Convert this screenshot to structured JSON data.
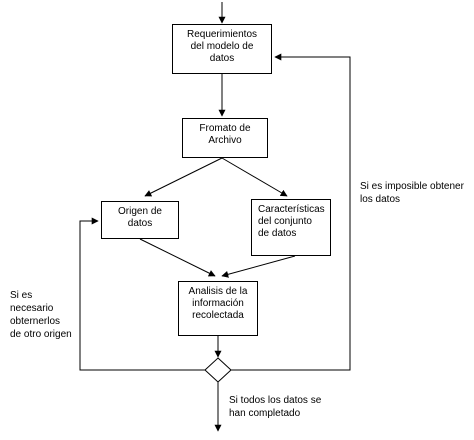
{
  "nodes": {
    "requirements": "Requerimientos\ndel modelo de\ndatos",
    "format": "Fromato de\nArchivo",
    "origin": "Origen de\ndatos",
    "characteristics": "Características\ndel conjunto\nde datos",
    "analysis": "Analisis de la\ninformación\nrecolectada"
  },
  "notes": {
    "impossible": "Si es imposible obtener\nlos datos",
    "other_origin": "Si es\nnecesario\nobternerlos\nde otro origen",
    "completed": "Si todos los datos se\nhan completado"
  }
}
